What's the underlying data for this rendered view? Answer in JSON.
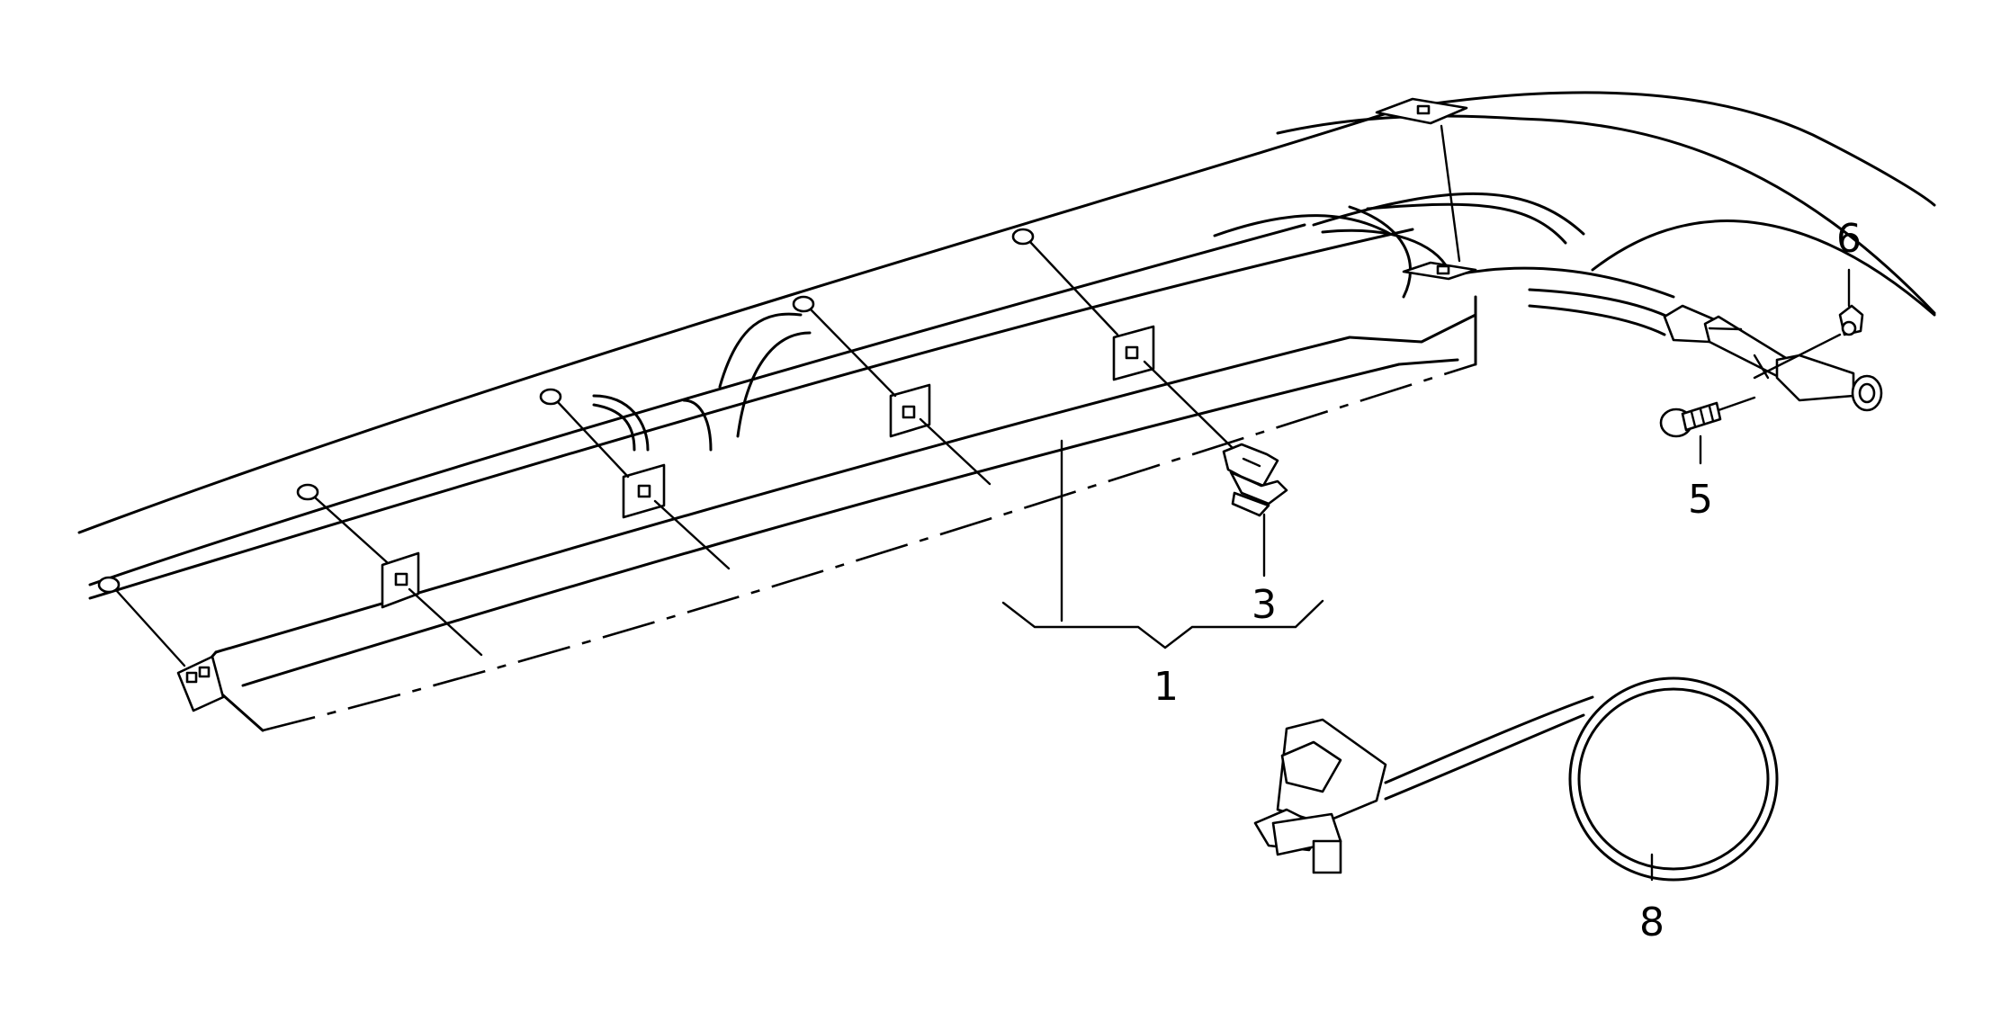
{
  "callouts": {
    "c1": "1",
    "c3": "3",
    "c5": "5",
    "c6": "6",
    "c8": "8"
  }
}
